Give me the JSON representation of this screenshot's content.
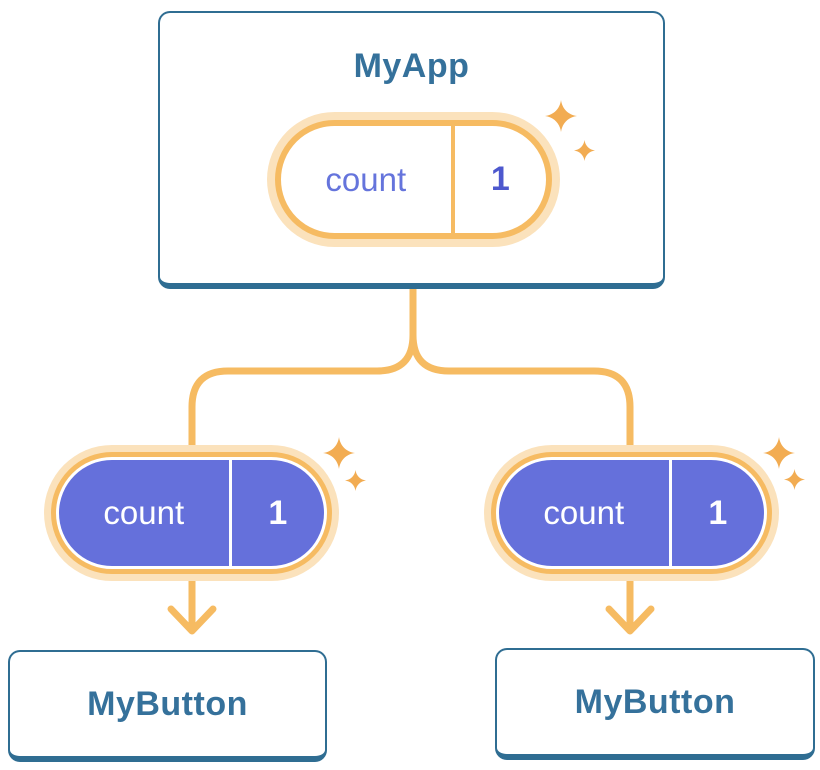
{
  "tree": {
    "root": {
      "title": "MyApp",
      "state": {
        "label": "count",
        "value": "1"
      }
    },
    "children": [
      {
        "title": "MyButton",
        "state": {
          "label": "count",
          "value": "1"
        }
      },
      {
        "title": "MyButton",
        "state": {
          "label": "count",
          "value": "1"
        }
      }
    ]
  },
  "colors": {
    "card_border_blue": "#2F6D92",
    "title_blue": "#35719B",
    "line_orange": "#F6BB62",
    "pale_orange": "#FBE2BC",
    "sparkle_orange": "#F2AC52",
    "state_indigo_fill": "#6570DB",
    "state_label_indigo": "#6574DC",
    "state_value_indigo": "#4D58CE",
    "pill_text_white": "#FFFFFF"
  }
}
